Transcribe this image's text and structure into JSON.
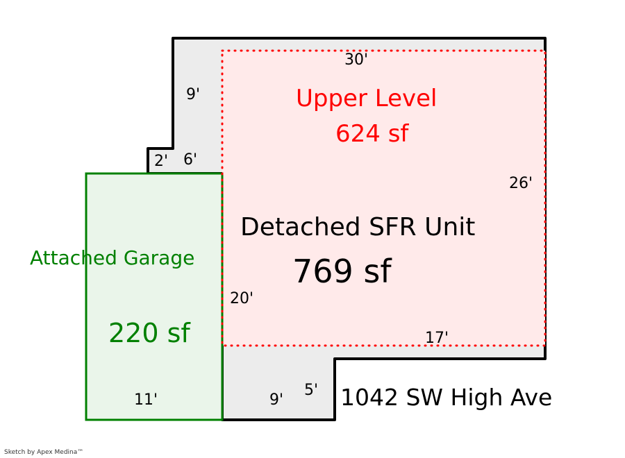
{
  "upper_level": {
    "title": "Upper Level",
    "area": "624 sf"
  },
  "main_unit": {
    "title": "Detached SFR Unit",
    "area": "769 sf"
  },
  "garage": {
    "title": "Attached Garage",
    "area": "220 sf"
  },
  "address": "1042 SW High Ave",
  "dimensions": {
    "top": "30'",
    "left_upper": "9'",
    "step_width": "2'",
    "step_height": "6'",
    "right": "26'",
    "left_lower": "20'",
    "bottom_inner": "17'",
    "bottom_notch_width": "9'",
    "bottom_notch_height": "5'",
    "garage_width": "11'"
  },
  "credit": "Sketch by Apex Medina™",
  "colors": {
    "outline": "#000000",
    "main_fill": "#ececec",
    "upper_line": "#ff0000",
    "upper_fill": "#ffeaea",
    "garage_line": "#008000",
    "garage_fill": "#eaf5ea"
  }
}
